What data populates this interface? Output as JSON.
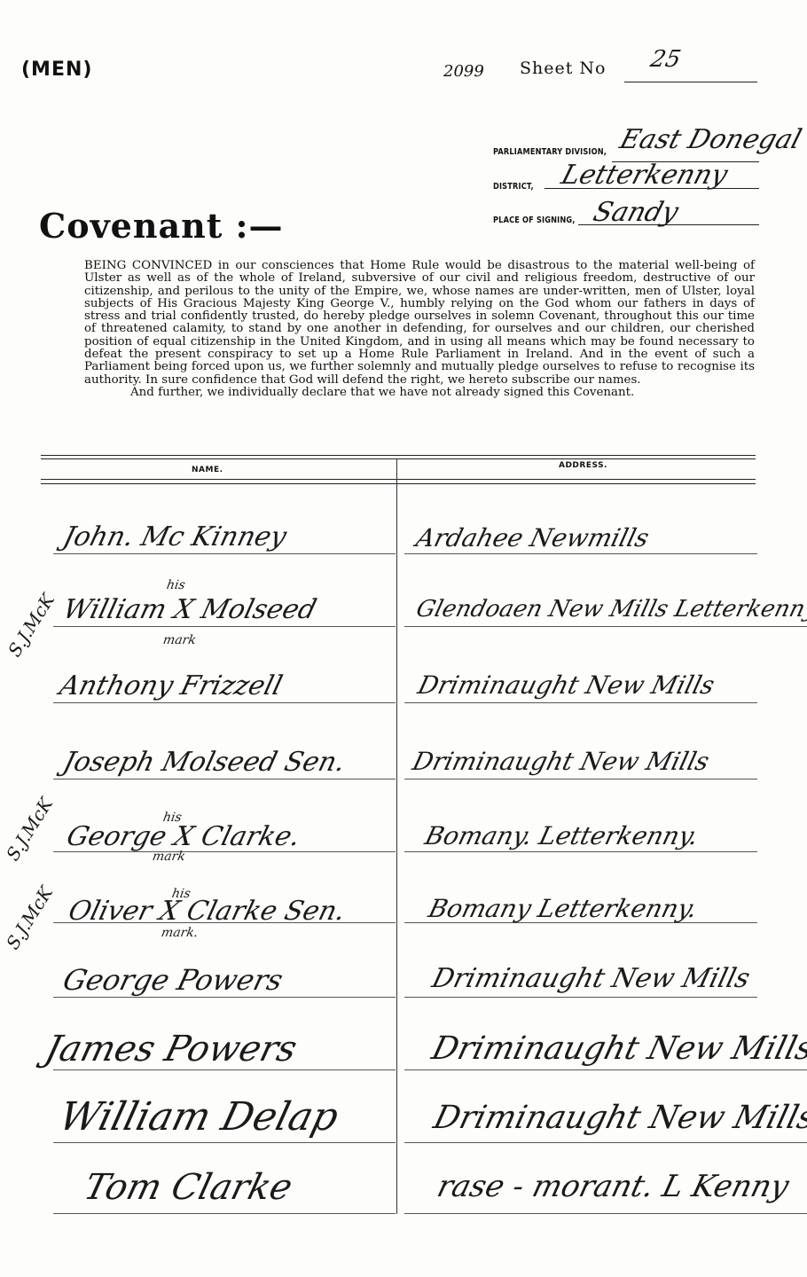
{
  "header": {
    "form_label": "(MEN)",
    "serial_number": "2099",
    "sheet_label": "Sheet No",
    "sheet_number": "25"
  },
  "meta": {
    "division_label": "PARLIAMENTARY DIVISION,",
    "division_value": "East Donegal",
    "district_label": "DISTRICT,",
    "district_value": "Letterkenny",
    "place_label": "PLACE OF SIGNING,",
    "place_value": "Sandy"
  },
  "covenant": {
    "title": "Covenant :—",
    "paragraph1": "BEING CONVINCED in our consciences that Home Rule would be disastrous to the material well-being of Ulster as well as of the whole of Ireland, subversive of our civil and religious freedom, destructive of our citizenship, and perilous to the unity of the Empire, we, whose names are under-written, men of Ulster, loyal subjects of His Gracious Majesty King George V., humbly relying on the God whom our fathers in days of stress and trial confidently trusted, do hereby pledge ourselves in solemn Covenant, throughout this our time of threatened calamity, to stand by one another in defending, for ourselves and our children, our cherished position of equal citizenship in the United Kingdom, and in using all means which may be found necessary to defeat the present conspiracy to set up a Home Rule Parliament in Ireland. And in the event of such a Parliament being forced upon us, we further solemnly and mutually pledge ourselves to refuse to recognise its authority. In sure confidence that God will defend the right, we hereto subscribe our names.",
    "paragraph2": "And further, we individually declare that we have not already signed this Covenant."
  },
  "table": {
    "name_header": "NAME.",
    "address_header": "ADDRESS.",
    "rows": [
      {
        "name": "John. Mc Kinney",
        "address": "Ardahee Newmills"
      },
      {
        "name": "William X Molseed",
        "address": "Glendoaen New Mills Letterkenny",
        "mark_his": "his",
        "mark_word": "mark",
        "initials": "S.J.McK"
      },
      {
        "name": "Anthony Frizzell",
        "address": "Driminaught New Mills"
      },
      {
        "name": "Joseph Molseed Sen.",
        "address": "Driminaught New Mills"
      },
      {
        "name": "George X Clarke.",
        "address": "Bomany. Letterkenny.",
        "mark_his": "his",
        "mark_word": "mark",
        "initials": "S.J.McK"
      },
      {
        "name": "Oliver X Clarke Sen.",
        "address": "Bomany Letterkenny.",
        "mark_his": "his",
        "mark_word": "mark.",
        "initials": "S.J.McK"
      },
      {
        "name": "George Powers",
        "address": "Driminaught New Mills"
      },
      {
        "name": "James Powers",
        "address": "Driminaught New Mills"
      },
      {
        "name": "William Delap",
        "address": "Driminaught New Mills"
      },
      {
        "name": "Tom Clarke",
        "address": "rase - morant. L Kenny"
      }
    ]
  }
}
